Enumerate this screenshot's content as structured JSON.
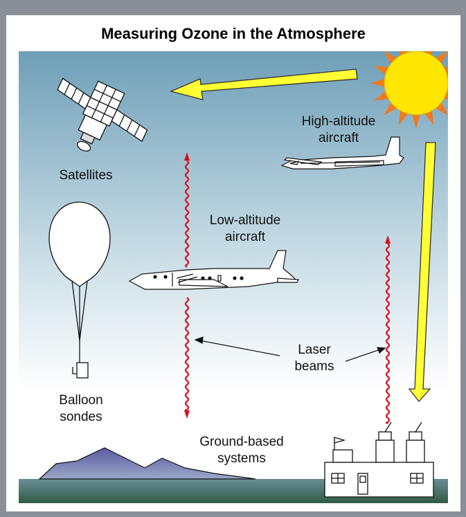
{
  "title": "Measuring Ozone in the Atmosphere",
  "labels": {
    "satellites": "Satellites",
    "high_altitude_line1": "High-altitude",
    "high_altitude_line2": "aircraft",
    "low_altitude_line1": "Low-altitude",
    "low_altitude_line2": "aircraft",
    "laser_line1": "Laser",
    "laser_line2": "beams",
    "balloon_line1": "Balloon",
    "balloon_line2": "sondes",
    "ground_line1": "Ground-based",
    "ground_line2": "systems"
  },
  "colors": {
    "sky_top": "#6f9fb8",
    "sky_bottom": "#ffffff",
    "sun": "#ffe600",
    "sun_rays": "#f07a1e",
    "sunlight_arrow": "#ffff33",
    "laser": "#d8101c",
    "ground": "#3f6a5a",
    "mountain": "#6a6aa8"
  }
}
